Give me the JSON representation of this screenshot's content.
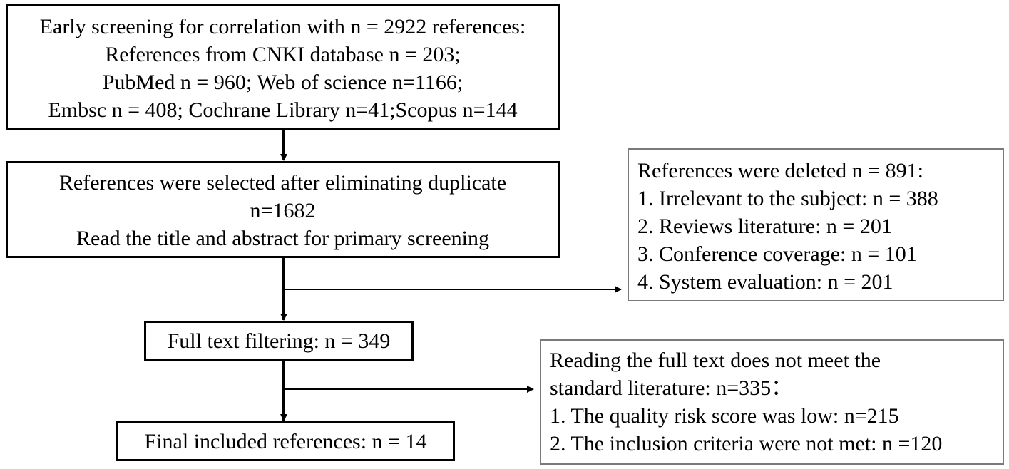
{
  "screening": {
    "lines": [
      "Early screening for correlation with n = 2922 references:",
      "References from CNKI database  n = 203;",
      "PubMed n = 960; Web of science n=1166;",
      "Embsc n = 408;  Cochrane Library n=41;Scopus n=144"
    ]
  },
  "dedup": {
    "lines": [
      "References were selected after eliminating duplicate",
      "n=1682",
      "Read the title and abstract for primary screening"
    ]
  },
  "fulltext": {
    "label": "Full text filtering: n = 349"
  },
  "final": {
    "label": "Final included references: n = 14"
  },
  "deleted": {
    "lines": [
      "References were deleted n = 891:",
      "1. Irrelevant to the subject: n = 388",
      "2. Reviews literature: n = 201",
      "3. Conference coverage:  n = 101",
      "4. System evaluation: n = 201"
    ]
  },
  "excluded": {
    "lines": [
      "Reading the full text does not meet the",
      "standard literature: n=335：",
      "1. The quality risk score was low: n=215",
      "2. The inclusion criteria were not met: n =120"
    ]
  }
}
